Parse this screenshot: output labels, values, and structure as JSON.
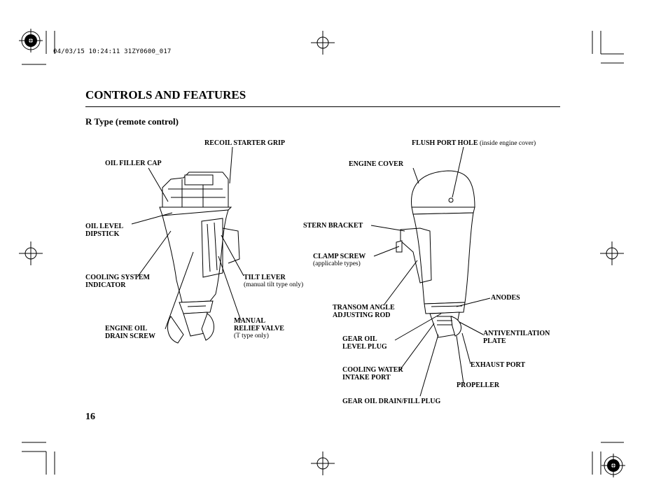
{
  "print_stamp": "04/03/15 10:24:11 31ZY0600_017",
  "section_title": "CONTROLS AND FEATURES",
  "subsection_title": "R Type (remote control)",
  "page_number": "16",
  "left_labels": {
    "recoil_starter_grip": "RECOIL STARTER GRIP",
    "oil_filler_cap": "OIL FILLER CAP",
    "oil_level_dipstick_1": "OIL LEVEL",
    "oil_level_dipstick_2": "DIPSTICK",
    "cooling_system_indicator_1": "COOLING SYSTEM",
    "cooling_system_indicator_2": "INDICATOR",
    "tilt_lever": "TILT LEVER",
    "tilt_lever_note": "(manual tilt type only)",
    "engine_oil_drain_1": "ENGINE OIL",
    "engine_oil_drain_2": "DRAIN SCREW",
    "manual_relief_1": "MANUAL",
    "manual_relief_2": "RELIEF VALVE",
    "manual_relief_note": "(T type only)"
  },
  "right_labels": {
    "flush_port_hole": "FLUSH PORT HOLE",
    "flush_port_hole_note": "(inside engine cover)",
    "engine_cover": "ENGINE COVER",
    "stern_bracket": "STERN BRACKET",
    "clamp_screw": "CLAMP SCREW",
    "clamp_screw_note": "(applicable types)",
    "transom_1": "TRANSOM ANGLE",
    "transom_2": "ADJUSTING ROD",
    "anodes": "ANODES",
    "antiventilation_1": "ANTIVENTILATION",
    "antiventilation_2": "PLATE",
    "gear_oil_level_1": "GEAR OIL",
    "gear_oil_level_2": "LEVEL PLUG",
    "exhaust_port": "EXHAUST PORT",
    "cooling_water_1": "COOLING WATER",
    "cooling_water_2": "INTAKE PORT",
    "propeller": "PROPELLER",
    "gear_oil_drain": "GEAR OIL DRAIN/FILL PLUG"
  }
}
